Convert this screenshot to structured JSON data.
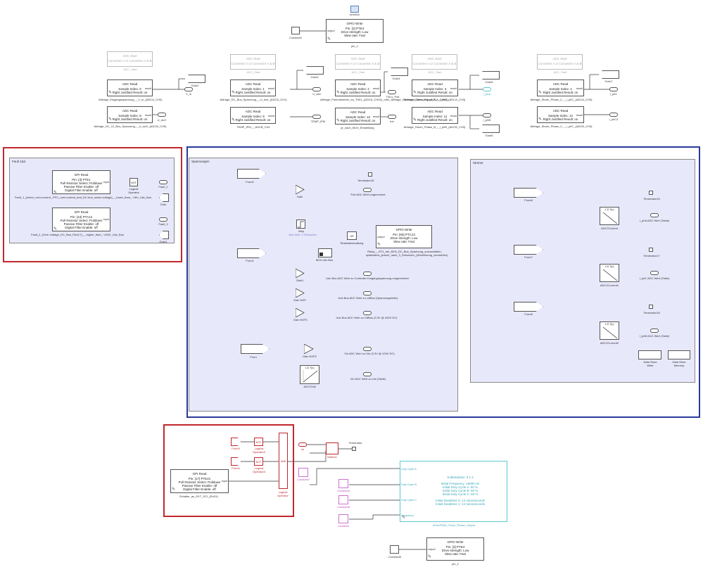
{
  "top": {
    "function_block": {
      "label": "function"
    },
    "gpio_write_1": {
      "title": "GPIO Write",
      "lines": [
        "Pin: [3] PTE4",
        "Drive strength: Low",
        "Slew rate: Fast"
      ],
      "port": "output",
      "name": "pin_1"
    },
    "constant1": {
      "name": "Constant1"
    }
  },
  "adc": {
    "start_title": "ADC Start",
    "start_sub": "Converter A or Converter A & B",
    "start_name": "ADC_Start",
    "read_title": "ADC Read",
    "rjr": "Right Justified Result: on",
    "port": "result",
    "blocks": [
      {
        "sample": "Sample Index: 0",
        "name": "Abfrage_Eingangsspannung_-_V_in_(ADCA_CH0)",
        "goto": "V_in",
        "extra_goto": "Goto2"
      },
      {
        "sample": "Sample Index: 8",
        "name": "Abfrage_DC_12_Bus_Spannung_-_U_dc/2_(ADCB_CH0)",
        "goto": "U_dc/2"
      },
      {
        "sample": "Sample Index: 1",
        "name": "Abfrage_DC_Bus_Spannung_-_U_dcb_(ADCA_CH1)",
        "goto": "U_dcb",
        "extra_goto": "Goto3"
      },
      {
        "sample": "Sample Index: 9",
        "name": "TEMP_IPM_-_ADCB_CH1",
        "goto": "TEMP_IPM"
      },
      {
        "sample": "Sample Index: 2",
        "name": "Abfrage_Potentiometer_an_TriD1_(ADCA_CH02)_oder_Abfrage_Generator_Messung_(ADCA_CH02)",
        "goto": "TriD1_Poti",
        "extra_goto": "Goto4"
      },
      {
        "sample": "Sample Index: 10",
        "name": "je_nach_MUX_Einstellung",
        "goto": "frei"
      },
      {
        "sample": "Sample Index: 3",
        "name": "Abfrage_Strom_Phase_A_-_i_phA_(ADCA_CH3)",
        "goto": "i_phA",
        "extra_goto": "Goto5"
      },
      {
        "sample": "Sample Index: 11",
        "name": "Abfrage_Strom_Phase_B_-_i_phB_(ADCB_CH3)",
        "goto": "i_phB",
        "extra_goto": "Goto6"
      },
      {
        "sample": "Sample Index: 4",
        "name": "Abfrage_Strom_Phase_C_-_i_phC_(ADCA_CH3)",
        "goto": "i_phC",
        "extra_goto": "Goto7"
      },
      {
        "sample": "Sample Index: 12",
        "name": "Abfrage_Strom_Phase_C_-_i_phC_(ADCB_CH3)",
        "goto": "i_phC2"
      }
    ]
  },
  "fault": {
    "title": "Fault 1&2",
    "gpi_title": "GPI Read",
    "port": "input",
    "blocks": [
      {
        "lines": [
          "Pin: [3] PTE1",
          "Pull Resistor Select: Pulldown",
          "Passive Filter Enable: off",
          "Digital Filter Enable: off"
        ],
        "name": "Fault_1_(motor_over-current,_PFC_over-current_and_DC-bus_under-voltage)_-_lower_than_~26V_Udc_Bus",
        "goto": "Fault_1",
        "goto2": "Goto"
      },
      {
        "lines": [
          "Pin: [43] PTA12",
          "Pull Resistor Select: Pulldown",
          "Passive Filter Enable: off",
          "Digital Filter Enable: off"
        ],
        "name": "Fault_2_(Over-voltage_DC_Bus_FAULT)_-_higher_than_~430V_Udc_Bus",
        "goto": "Fault_2",
        "goto2": "Goto1"
      }
    ],
    "not_label": "NOT",
    "logical_op": "Logical Operator"
  },
  "spannungen": {
    "title": "Spannungen",
    "from2": "From2",
    "gain": "Gain",
    "terminator": "Terminator1E",
    "poti_out": "Poti ADC Wert ungerechnet",
    "step": "Step",
    "step_sub": "step time: 3 Sekunden",
    "relais": "Relaisabschaltung",
    "relais_op": "OR",
    "udc_bus": "80% Udc Bus",
    "gpio_title": "GPIO Write",
    "gpio_lines": [
      "Pin: [65] PTC13",
      "Drive strength: Low",
      "Slew rate: Fast"
    ],
    "gpio_port": "output",
    "gpio_name": "Relay_-_RT1_bei_80%_DC_Bus_Spannung_zuzuschalten, spätestens_jedoch_nach_3_Sekunden_(Überhitzung_vermeiden)",
    "from1": "From1",
    "gain1": "Gain1",
    "gain1_out": "Udc Bus ADC Wert zu Controller Eingangsspannung umgerechnet",
    "gain_nxp": "Gain NXP",
    "gain_nxp_out": "Udc Bus ADC Wert zu UdBus (Spannungsteiler)",
    "gain_nxp1": "Gain NXP1",
    "gain_nxp1_out": "Udc Bus ADC Wert zu UdBus (3.3V @ 430V DC)",
    "from": "From",
    "gain_nxp2": "Gain NXP2",
    "gain_nxp2_out": "Vin ADC Wert zu Uin (3.3V @ 433V DC)",
    "lut": "1-D T(u)",
    "adc2volt": "ADC2Volt",
    "adc2volt_out": "Vin ADC Wert zu Uin (Table)"
  },
  "stroeme": {
    "title": "Ströme",
    "rows": [
      {
        "from": "From6",
        "term": "Terminator16",
        "lut_name": "ADC2Current",
        "out": "I_phA ADC Wert (Table)"
      },
      {
        "from": "From7",
        "term": "Terminator17",
        "lut_name": "ADC2Current1",
        "out": "I_phC ADC Wert (Table)"
      },
      {
        "from": "From8",
        "term": "Terminator18",
        "lut_name": "ADC2Current2",
        "out": "I_phB ADC Wert (Table)"
      }
    ],
    "lut": "1-D T(u)",
    "ds_write": "Data Store Write",
    "ds_memory": "Data Store Memory"
  },
  "bottom": {
    "from3": "From3",
    "from4": "From4",
    "not": "NOT",
    "logical_op3": "Logical Operator3",
    "logical_op4": "Logical Operator4",
    "and": "AND",
    "logical_op": "Logical Operator",
    "gpi_title": "GPI Read",
    "gpi_lines": [
      "Pin: [17] PTE21",
      "Pull Resistor Select: Pulldown",
      "Passive Filter Enable: off",
      "Digital Filter Enable: off"
    ],
    "gpi_port": "input",
    "gpi_name": "Schalter_an_EXT_SCI_(RxD1)",
    "on": "on",
    "switch": "Switch1",
    "terminator": "Terminator",
    "constant7": "Constant7",
    "constant4": "Constant4",
    "constant5": "Constant5",
    "constant6": "Constant",
    "pwm": {
      "ports": [
        "Duty Cycle A",
        "Duty Cycle B",
        "Duty Cycle C",
        "Frequency"
      ],
      "lines": [
        "SubModules: 0 1 2",
        "Initial Frequency: 16000 Hz",
        "Initial Duty Cycle A: 50 %",
        "Initial Duty Cycle B: 50 %",
        "Initial Duty Cycle C: 50 %",
        "Initial Deadtime 0: 14 nanoseconds",
        "Initial Deadtime 1: 14 nanoseconds"
      ],
      "name": "eFlexPWM_Three_Phase_Output"
    },
    "constant3": "Constant3",
    "gpio_write_2": {
      "title": "GPIO Write",
      "lines": [
        "Pin: [3] PTE4",
        "Drive strength: Low",
        "Slew rate: Fast"
      ],
      "port": "output",
      "name": "pin_2"
    }
  }
}
